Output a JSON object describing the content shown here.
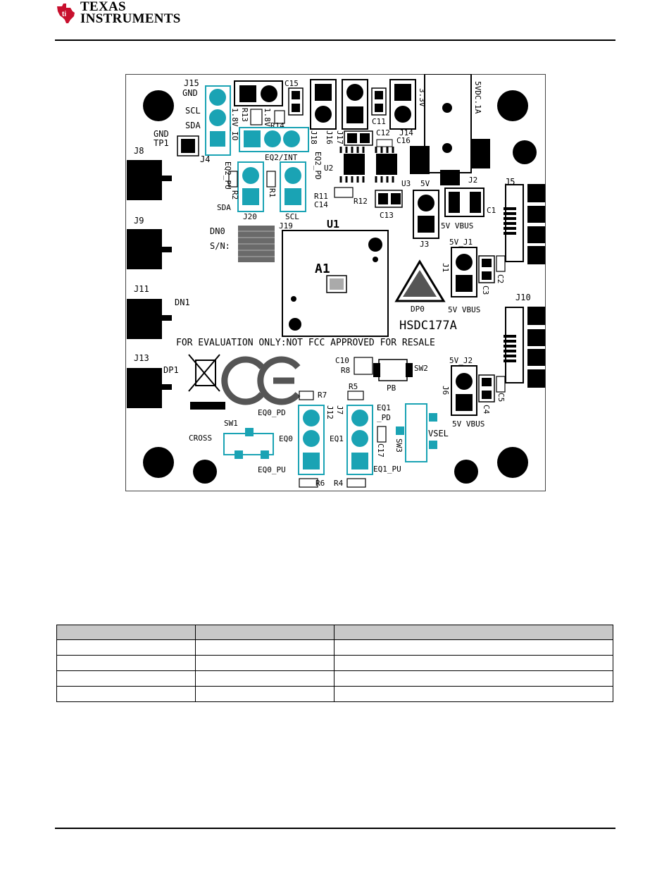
{
  "header": {
    "logo_line1": "Texas",
    "logo_line2": "Instruments",
    "logo_alt": "TI logo"
  },
  "figure": {
    "silkscreen_labels": {
      "J15": "J15",
      "GND": "GND",
      "SCL": "SCL",
      "SDA": "SDA",
      "J4": "J4",
      "GND_TP1_a": "GND",
      "GND_TP1_b": "TP1",
      "R13": "R13",
      "v18": "1.8V",
      "v18_io": "1.8V_IO",
      "R14": "R14",
      "C15": "C15",
      "J16": "J16",
      "J17": "J17",
      "C11": "C11",
      "C12": "C12",
      "J14": "J14",
      "C16": "C16",
      "v33": "3.3V",
      "vdc5": "5VDC.1A",
      "J18": "J18",
      "EQ2_INT": "EQ2/INT",
      "EQ2_PD": "EQ2_PD",
      "EQ2_PU": "EQ2_PU",
      "R2": "R2",
      "R1": "R1",
      "SDA2": "SDA",
      "SCL2": "SCL",
      "J20": "J20",
      "J19": "J19",
      "U2": "U2",
      "U3": "U3",
      "v5": "5V",
      "J2": "J2",
      "R11": "R11",
      "C14": "C14",
      "R12": "R12",
      "C13": "C13",
      "J3": "J3",
      "v5vbus_J3": "5V VBUS",
      "C1": "C1",
      "J5": "J5",
      "J8": "J8",
      "J9": "J9",
      "J11": "J11",
      "J13": "J13",
      "DN0": "DN0",
      "SN": "S/N:",
      "U1": "U1",
      "A1": "A1",
      "v5_J1": "5V_J1",
      "J1": "J1",
      "C2": "C2",
      "C3": "C3",
      "DP0": "DP0",
      "v5vbus_J1": "5V VBUS",
      "HSDC": "HSDC177A",
      "J10": "J10",
      "DN1": "DN1",
      "eval": "FOR EVALUATION ONLY:NOT FCC APPROVED FOR RESALE",
      "C10": "C10",
      "R8": "R8",
      "SW2": "SW2",
      "PB": "PB",
      "v5_J2": "5V_J2",
      "J6": "J6",
      "C4": "C4",
      "C5": "C5",
      "v5vbus_J6": "5V VBUS",
      "DP1": "DP1",
      "R7": "R7",
      "R5": "R5",
      "EQ0_PD": "EQ0_PD",
      "J12": "J12",
      "J7": "J7",
      "EQ1_PD_a": "EQ1",
      "EQ1_PD_b": "_PD",
      "SW1": "SW1",
      "CROSS": "CROSS",
      "EQ0": "EQ0",
      "EQ1": "EQ1",
      "C17": "C17",
      "SW3": "SW3",
      "VSEL": "VSEL",
      "EQ0_PU": "EQ0_PU",
      "EQ1_PU": "EQ1_PU",
      "R6": "R6",
      "R4": "R4",
      "CE": "CE"
    },
    "colors": {
      "connector": "#1aa3b4",
      "silk": "#000000",
      "board": "#ffffff"
    }
  },
  "table": {
    "headers": [
      "",
      "",
      ""
    ],
    "rows": [
      [
        "",
        "",
        ""
      ],
      [
        "",
        "",
        ""
      ],
      [
        "",
        "",
        ""
      ],
      [
        "",
        "",
        ""
      ]
    ]
  }
}
